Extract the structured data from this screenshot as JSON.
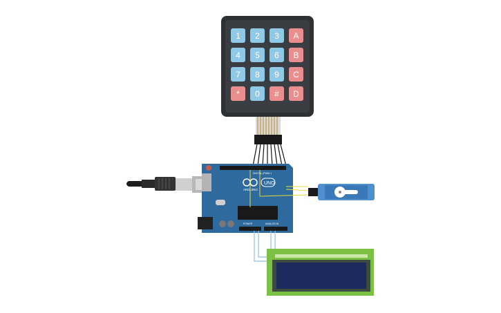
{
  "keypad": {
    "keys": [
      {
        "label": "1",
        "type": "num"
      },
      {
        "label": "2",
        "type": "num"
      },
      {
        "label": "3",
        "type": "num"
      },
      {
        "label": "A",
        "type": "alt"
      },
      {
        "label": "4",
        "type": "num"
      },
      {
        "label": "5",
        "type": "num"
      },
      {
        "label": "6",
        "type": "num"
      },
      {
        "label": "B",
        "type": "alt"
      },
      {
        "label": "7",
        "type": "num"
      },
      {
        "label": "8",
        "type": "num"
      },
      {
        "label": "9",
        "type": "num"
      },
      {
        "label": "C",
        "type": "alt"
      },
      {
        "label": "*",
        "type": "alt"
      },
      {
        "label": "0",
        "type": "num"
      },
      {
        "label": "#",
        "type": "alt"
      },
      {
        "label": "D",
        "type": "alt"
      }
    ]
  },
  "arduino": {
    "brand": "ARDUINO",
    "model": "UNO",
    "power_label": "POWER",
    "analog_label": "ANALOG IN",
    "digital_label": "DIGITAL (PWM~)"
  },
  "colors": {
    "board": "#2f6a9e",
    "keypad": "#2e3033",
    "lcd_pcb": "#7cc143",
    "lcd_screen": "#1c2a5e",
    "wire_yellow": "#e8d83a",
    "wire_blue": "#8fbfe0",
    "servo": "#4f8fcf"
  }
}
